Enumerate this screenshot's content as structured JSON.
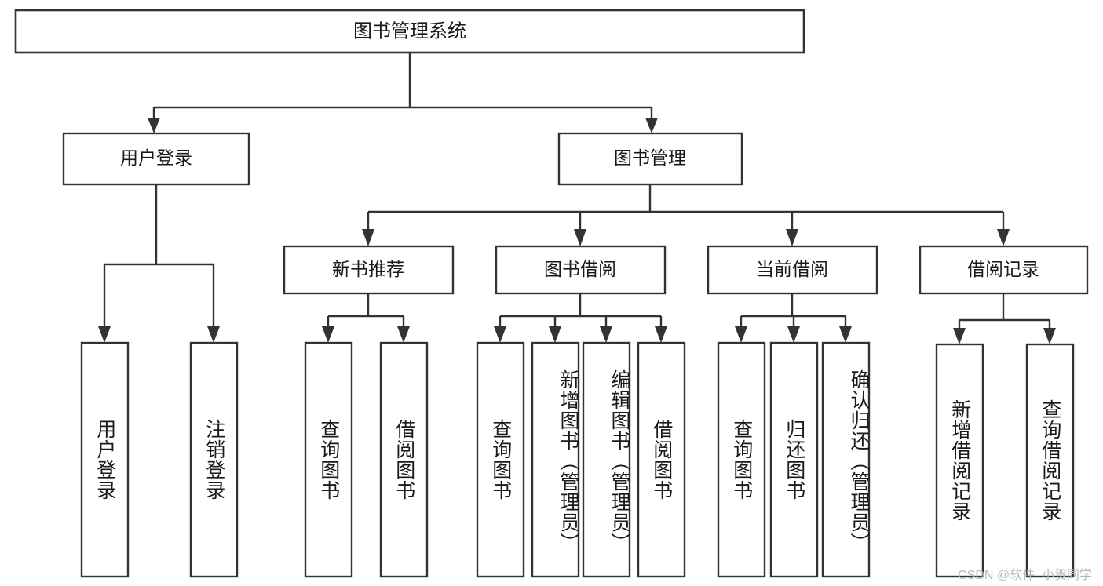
{
  "diagram": {
    "type": "tree",
    "title": "图书管理系统",
    "watermark": "CSDN @软件_小贺同学",
    "colors": {
      "stroke": "#333333",
      "fill": "#ffffff",
      "text": "#1a1a1a",
      "watermark": "#b8b8b8"
    },
    "levels": {
      "level0": [
        {
          "id": "root",
          "label": "图书管理系统"
        }
      ],
      "level1": [
        {
          "id": "user-login",
          "label": "用户登录",
          "parent": "root"
        },
        {
          "id": "book-management",
          "label": "图书管理",
          "parent": "root"
        }
      ],
      "level2": [
        {
          "id": "new-book-recommend",
          "label": "新书推荐",
          "parent": "book-management"
        },
        {
          "id": "book-borrow",
          "label": "图书借阅",
          "parent": "book-management"
        },
        {
          "id": "current-borrow",
          "label": "当前借阅",
          "parent": "book-management"
        },
        {
          "id": "borrow-record",
          "label": "借阅记录",
          "parent": "book-management"
        }
      ],
      "leaves": [
        {
          "id": "leaf-user-login",
          "label": "用户登录",
          "parent": "user-login"
        },
        {
          "id": "leaf-logout",
          "label": "注销登录",
          "parent": "user-login"
        },
        {
          "id": "leaf-query-book-1",
          "label": "查询图书",
          "parent": "new-book-recommend"
        },
        {
          "id": "leaf-borrow-book-1",
          "label": "借阅图书",
          "parent": "new-book-recommend"
        },
        {
          "id": "leaf-query-book-2",
          "label": "查询图书",
          "parent": "book-borrow"
        },
        {
          "id": "leaf-add-book",
          "label": "新增图书（管理员）",
          "parent": "book-borrow"
        },
        {
          "id": "leaf-edit-book",
          "label": "编辑图书（管理员）",
          "parent": "book-borrow"
        },
        {
          "id": "leaf-borrow-book-2",
          "label": "借阅图书",
          "parent": "book-borrow"
        },
        {
          "id": "leaf-query-book-3",
          "label": "查询图书",
          "parent": "current-borrow"
        },
        {
          "id": "leaf-return-book",
          "label": "归还图书",
          "parent": "current-borrow"
        },
        {
          "id": "leaf-confirm-return",
          "label": "确认归还（管理员）",
          "parent": "current-borrow"
        },
        {
          "id": "leaf-add-record",
          "label": "新增借阅记录",
          "parent": "borrow-record"
        },
        {
          "id": "leaf-query-record",
          "label": "查询借阅记录",
          "parent": "borrow-record"
        }
      ]
    }
  }
}
